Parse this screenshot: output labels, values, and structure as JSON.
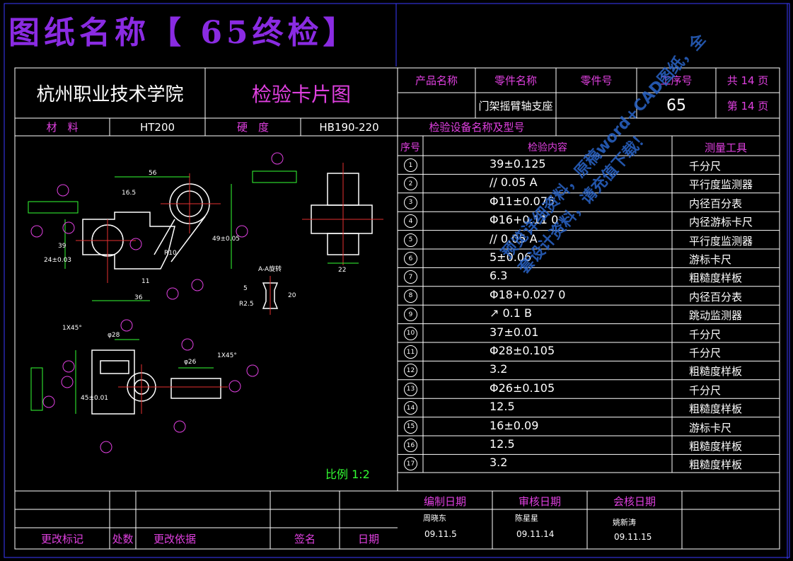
{
  "drawing_title": "图纸名称【 65终检】",
  "school": "杭州职业技术学院",
  "card_title": "检验卡片图",
  "header": {
    "product_name_label": "产品名称",
    "part_name_label": "零件名称",
    "part_no_label": "零件号",
    "process_no_label": "工序号",
    "total_label": "共 14 页",
    "page_label": "第 14 页",
    "part_name": "门架摇臂轴支座",
    "process_no": "65"
  },
  "material_row": {
    "material_label": "材　料",
    "material": "HT200",
    "hardness_label": "硬　度",
    "hardness": "HB190-220",
    "equipment_label": "检验设备名称及型号"
  },
  "table": {
    "headers": [
      "序号",
      "检验内容",
      "测量工具"
    ],
    "rows": [
      {
        "no": "1",
        "content": "39±0.125",
        "tool": "千分尺"
      },
      {
        "no": "2",
        "content": "// 0.05 A",
        "tool": "平行度监测器"
      },
      {
        "no": "3",
        "content": "Φ11±0.075",
        "tool": "内径百分表"
      },
      {
        "no": "4",
        "content": "Φ16+0.11 0",
        "tool": "内径游标卡尺"
      },
      {
        "no": "5",
        "content": "// 0.05 A",
        "tool": "平行度监测器"
      },
      {
        "no": "6",
        "content": "5±0.06",
        "tool": "游标卡尺"
      },
      {
        "no": "7",
        "content": "6.3",
        "tool": "粗糙度样板"
      },
      {
        "no": "8",
        "content": "Φ18+0.027 0",
        "tool": "内径百分表"
      },
      {
        "no": "9",
        "content": "↗ 0.1 B",
        "tool": "跳动监测器"
      },
      {
        "no": "10",
        "content": "37±0.01",
        "tool": "千分尺"
      },
      {
        "no": "11",
        "content": "Φ28±0.105",
        "tool": "千分尺"
      },
      {
        "no": "12",
        "content": "3.2",
        "tool": "粗糙度样板"
      },
      {
        "no": "13",
        "content": "Φ26±0.105",
        "tool": "千分尺"
      },
      {
        "no": "14",
        "content": "12.5",
        "tool": "粗糙度样板"
      },
      {
        "no": "15",
        "content": "16±0.09",
        "tool": "游标卡尺"
      },
      {
        "no": "16",
        "content": "12.5",
        "tool": "粗糙度样板"
      },
      {
        "no": "17",
        "content": "3.2",
        "tool": "粗糙度样板"
      }
    ]
  },
  "scale": "比例 1:2",
  "footer": {
    "change_mark": "更改标记",
    "count": "处数",
    "basis": "更改依据",
    "sign": "签名",
    "date": "日期",
    "compile_date": "编制日期",
    "review_date": "审核日期",
    "countersign_date": "会核日期",
    "compiler": "周晓东",
    "reviewer": "陈星星",
    "countersigner": "姚新涛",
    "compile_dt": "09.11.5",
    "review_dt": "09.11.14",
    "countersign_dt": "09.11.15"
  },
  "drawing_labels": {
    "dim_56": "56",
    "dim_16_5": "16.5",
    "dim_39": "39",
    "dim_24": "24±0.03",
    "dim_11": "11",
    "dim_36": "36",
    "dim_49": "49±0.05",
    "dim_22": "22",
    "dim_phi28": "φ28",
    "dim_phi26": "φ26",
    "dim_45": "45±0.01",
    "section_label": "A-A旋转",
    "chamfer1": "1X45°",
    "chamfer2": "1X45°",
    "dim_R10": "R10",
    "dim_R25": "R2.5",
    "dim_20": "20",
    "dim_5": "5"
  },
  "watermark": "预览详细资料，原稿word+CAD图纸，全套设计资料，请充值下载！"
}
